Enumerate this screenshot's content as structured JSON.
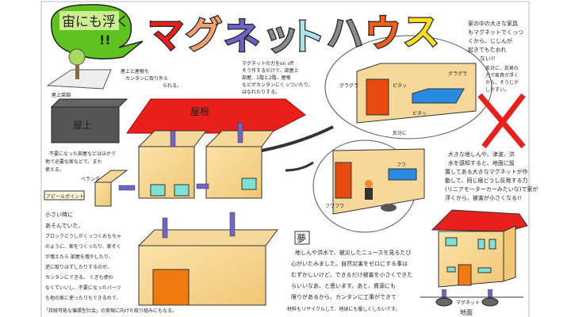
{
  "title": {
    "bubble_text": "宙にも浮く",
    "bubble_exclaim": "!!",
    "letters": [
      "マ",
      "グ",
      "ネ",
      "ッ",
      "ト",
      "ハ",
      "ウ",
      "ス"
    ],
    "letter_colors": [
      "#e8201c",
      "#f4a070",
      "#6a63c8",
      "#8a8a8a",
      "#a8e4ea",
      "#8a8a8a",
      "#f06018",
      "#f8e020"
    ]
  },
  "left_top": {
    "garden_label": "屋上菜園",
    "detach_note": [
      "屋上と屋根も",
      "カンタンに取り外え",
      "られる。"
    ],
    "rooftop_label": "屋上",
    "roof_label": "屋根"
  },
  "magnet_note": [
    "マグネットの力をon off",
    "そう作するだけで、部屋と",
    "部屋、1階と2階、屋根",
    "などがカンタンにくっついたり、",
    "はなれたりする。"
  ],
  "reuse_note": [
    "不要になった部屋などはほかで",
    "他で必要な家などで、また",
    "使える。"
  ],
  "balcony_label": "ベランダ",
  "appeal": {
    "heading": "アピールポイント",
    "lines": [
      "小さい時に",
      "あそんでいた、",
      "ブロックどうしがくっつくおもちゃ",
      "のように、家をつくったり、家ぞく",
      "が増えたら 部屋を増やしたり、",
      "逆に取りはずしたりするのが、",
      "カンタンにできる。 くぎも使わ",
      "なくていいし、不要になったパーツ",
      "も他の家に使ったりもできるので、"
    ],
    "closing": "「持続可能な循環型社会」の実現に向けた取り組みにもなる。"
  },
  "right_top": {
    "furniture_note": [
      "家の中の大きな家具",
      "もマグネットでくっつ",
      "くから、じしんが",
      "起きてもたおれ",
      "ない!!"
    ],
    "reverse_note": [
      "反対に、反発の",
      "力で家具が浮く",
      "から、そうじが",
      "しやすい。"
    ],
    "sfx_shake": "グラグラ",
    "sfx_stick": "ピタッ",
    "sfx_stick2": "ピタッ",
    "sfx_shake2": "グラグラ",
    "reverse_label": "反対に"
  },
  "float_scene": {
    "sfx_float": "フワフワ",
    "sfx_float2": "フワ"
  },
  "disaster_note": [
    "大きな地しんや、津波、洪",
    "水を感知すると、地面に設",
    "置してある大きなマグネットが作",
    "動して、同じ極どうし反発する力",
    "(リニアモーターカーみたいな)で家が",
    "浮くから、被害が小さくなる!!"
  ],
  "dream": {
    "heading": "夢",
    "lines": [
      "地しんや洪水で、被災したニュースを見るたび",
      "心がいたみました。自然災害をゼロにする事は",
      "むずかしいけど、できるだけ被害を小さくできた",
      "らいいなあ、と思います。あと、資源にも",
      "限りがあるから、カンタンに工事ができて",
      "材料もリサイクルして、地球にも優しくしたいです。"
    ]
  },
  "ground": {
    "magnet_label": "マグネット",
    "ground_label": "地面"
  }
}
